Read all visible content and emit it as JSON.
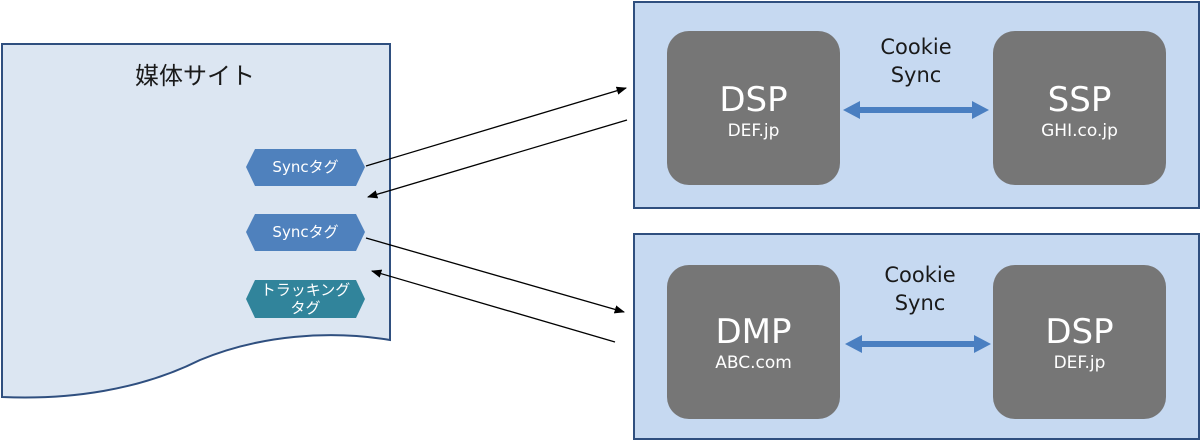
{
  "site": {
    "title": "媒体サイト",
    "tags": [
      {
        "label": "Syncタグ"
      },
      {
        "label": "Syncタグ"
      },
      {
        "label_line1": "トラッキング",
        "label_line2": "タグ"
      }
    ]
  },
  "top_group": {
    "left": {
      "name": "DSP",
      "domain": "DEF.jp"
    },
    "right": {
      "name": "SSP",
      "domain": "GHI.co.jp"
    },
    "sync_line1": "Cookie",
    "sync_line2": "Sync"
  },
  "bottom_group": {
    "left": {
      "name": "DMP",
      "domain": "ABC.com"
    },
    "right": {
      "name": "DSP",
      "domain": "DEF.jp"
    },
    "sync_line1": "Cookie",
    "sync_line2": "Sync"
  },
  "colors": {
    "panel_fill": "#c6d9f1",
    "panel_border": "#2f4f7f",
    "box_fill": "#767676",
    "sync_tag": "#4f81bd",
    "tracking_tag": "#31849b",
    "site_fill": "#dce6f2",
    "site_border": "#2f4f7f",
    "sync_arrow": "#4a7fc1"
  }
}
